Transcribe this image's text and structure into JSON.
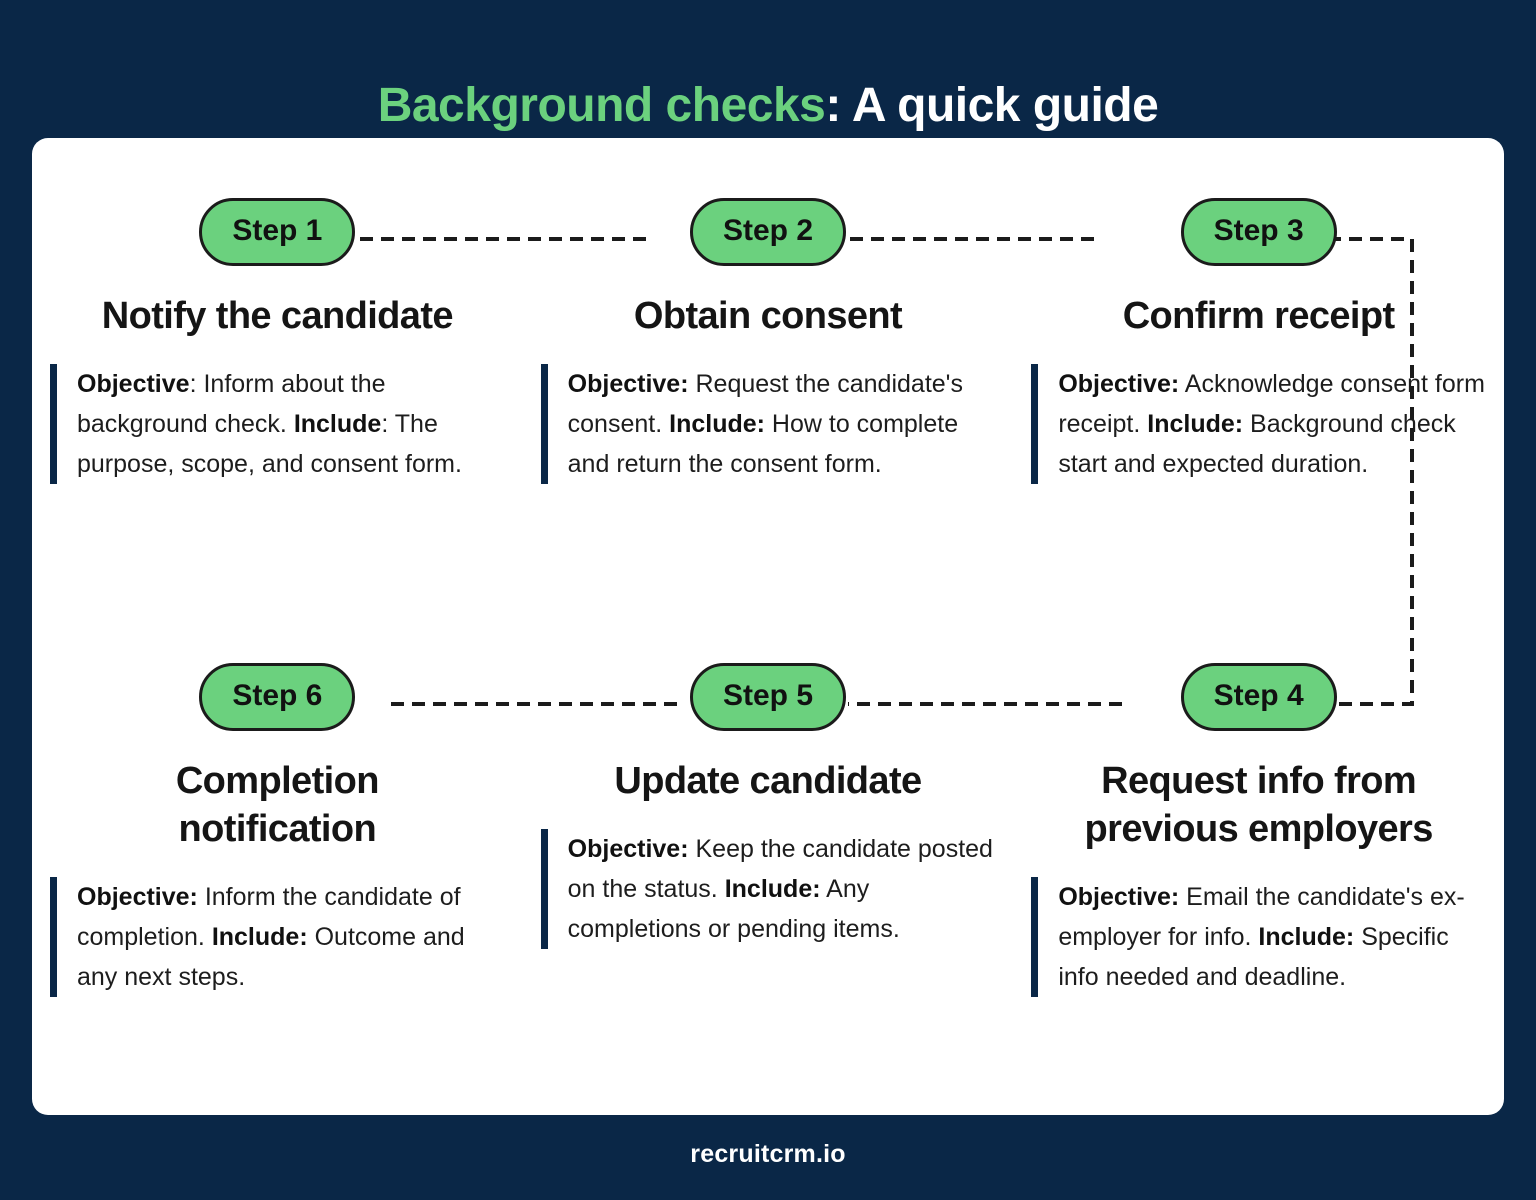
{
  "title": {
    "highlight": "Background checks",
    "rest": ": A quick guide"
  },
  "footer": {
    "brand": "recruitcrm.io"
  },
  "colors": {
    "background": "#0a2747",
    "card": "#ffffff",
    "accent_green": "#6BD17E",
    "title_green": "#6BD17E",
    "text_dark": "#151515",
    "bar_navy": "#0a2747",
    "connector": "#1b1b1b"
  },
  "diagram": {
    "type": "process-flow",
    "flow_order": [
      "Step 1",
      "Step 2",
      "Step 3",
      "Step 4",
      "Step 5",
      "Step 6"
    ],
    "layout": "serpentine 3-column, 2-row; top row left-to-right, bottom row right-to-left",
    "connector_style": "dashed"
  },
  "steps": [
    {
      "badge": "Step 1",
      "heading": "Notify the candidate",
      "objective_label": "Objective",
      "objective_sep": ": ",
      "objective_text": "Inform about the background check.",
      "include_label": "Include",
      "include_sep": ": ",
      "include_text": "The purpose, scope, and consent form."
    },
    {
      "badge": "Step 2",
      "heading": "Obtain consent",
      "objective_label": "Objective:",
      "objective_sep": " ",
      "objective_text": "Request the candidate's consent.",
      "include_label": "Include:",
      "include_sep": " ",
      "include_text": "How to complete and return the consent form."
    },
    {
      "badge": "Step 3",
      "heading": "Confirm receipt",
      "objective_label": "Objective:",
      "objective_sep": " ",
      "objective_text": "Acknowledge consent form receipt.",
      "include_label": "Include:",
      "include_sep": " ",
      "include_text": "Background check start and expected duration."
    },
    {
      "badge": "Step 6",
      "heading": "Completion notification",
      "objective_label": "Objective:",
      "objective_sep": " ",
      "objective_text": "Inform the candidate of completion.",
      "include_label": "Include:",
      "include_sep": " ",
      "include_text": "Outcome and any next steps."
    },
    {
      "badge": "Step 5",
      "heading": "Update candidate",
      "objective_label": "Objective:",
      "objective_sep": " ",
      "objective_text": "Keep the candidate posted on the status.",
      "include_label": "Include:",
      "include_sep": " ",
      "include_text": "Any completions or pending items."
    },
    {
      "badge": "Step 4",
      "heading": "Request info from previous employers",
      "objective_label": "Objective:",
      "objective_sep": " ",
      "objective_text": "Email the candidate's ex-employer for info.",
      "include_label": "Include:",
      "include_sep": " ",
      "include_text": "Specific info needed and deadline."
    }
  ]
}
